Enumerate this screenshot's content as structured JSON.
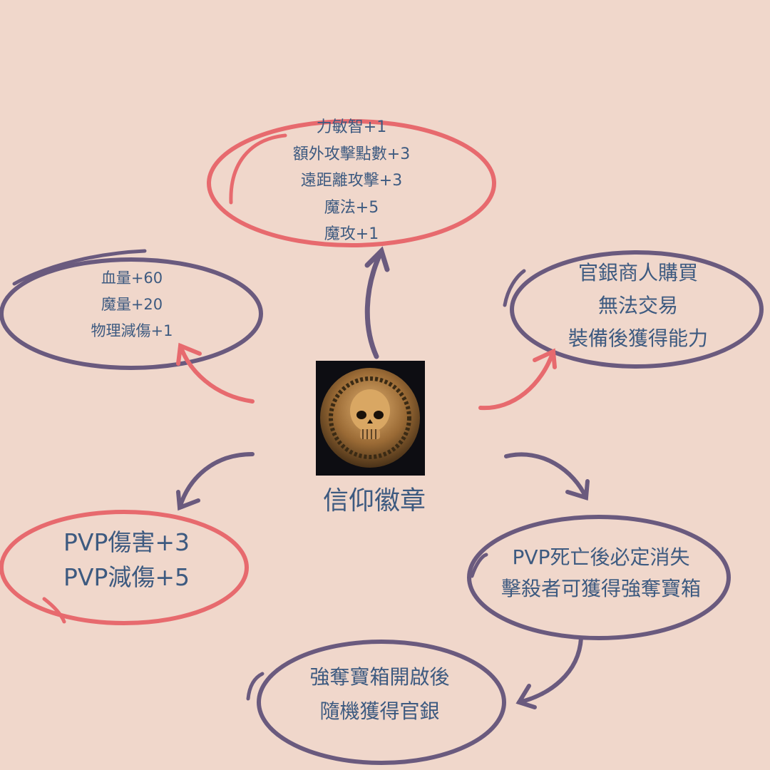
{
  "colors": {
    "background": "#f0d7cb",
    "text": "#3d5a80",
    "purple_stroke": "#6a5a7e",
    "red_stroke": "#e76a6e",
    "badge_bg": "#0d0d12",
    "coin_gold": "#b8874a"
  },
  "center": {
    "icon": "skull-coin-icon",
    "title": "信仰徽章"
  },
  "nodes": {
    "top": {
      "outline": "red",
      "lines": [
        "力敏智+1",
        "額外攻擊點數+3",
        "遠距離攻擊+3",
        "魔法+5",
        "魔攻+1"
      ]
    },
    "left": {
      "outline": "purple",
      "lines": [
        "血量+60",
        "魔量+20",
        "物理減傷+1"
      ]
    },
    "right": {
      "outline": "purple",
      "lines": [
        "官銀商人購買",
        "無法交易",
        "裝備後獲得能力"
      ]
    },
    "bottom_left": {
      "outline": "red",
      "lines": [
        "PVP傷害+3",
        "PVP減傷+5"
      ]
    },
    "bottom_right": {
      "outline": "purple",
      "lines": [
        "PVP死亡後必定消失",
        "擊殺者可獲得強奪寶箱"
      ]
    },
    "bottom": {
      "outline": "purple",
      "lines": [
        "強奪寶箱開啟後",
        "隨機獲得官銀"
      ]
    }
  }
}
